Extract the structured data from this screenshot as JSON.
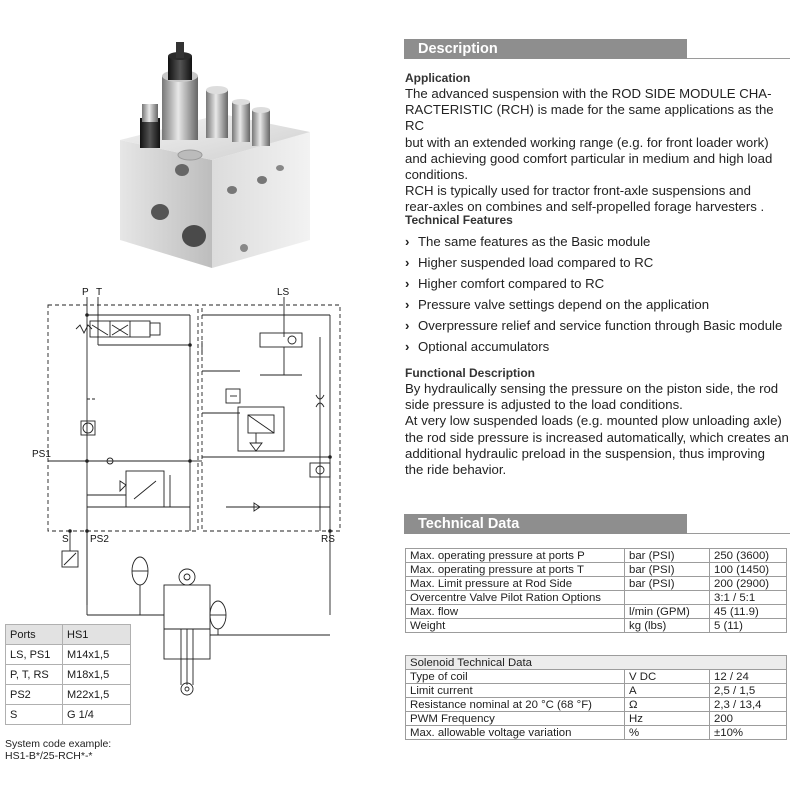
{
  "description": {
    "header": "Description",
    "application_title": "Application",
    "application_lines": [
      "The advanced suspension with the ROD SIDE MODULE CHA-",
      "RACTERISTIC (RCH) is made for the same applications as the RC",
      "but with an extended working range (e.g. for front loader work)",
      "and achieving good comfort particular in medium and high load",
      "conditions.",
      "RCH is typically used for tractor front-axle suspensions and",
      "rear-axles on combines and self-propelled forage harvesters ."
    ],
    "technical_features_title": "Technical Features",
    "features": [
      "The same features as the Basic module",
      "Higher suspended load compared to RC",
      "Higher comfort compared to RC",
      "Pressure valve settings depend on the application",
      "Overpressure relief and service function through Basic module",
      "Optional accumulators"
    ],
    "functional_title": "Functional Description",
    "functional_lines": [
      "By hydraulically sensing the pressure on the piston side,  the rod",
      "side pressure is adjusted to the load conditions.",
      "At very low suspended loads (e.g. mounted plow unloading axle)",
      "the rod side pressure is increased automatically, which creates an",
      "additional hydraulic preload in the suspension, thus improving",
      "the ride behavior."
    ]
  },
  "technical_data": {
    "header": "Technical Data",
    "rows": [
      [
        "Max. operating pressure at ports P",
        "bar (PSI)",
        "250 (3600)"
      ],
      [
        "Max. operating pressure at ports T",
        "bar (PSI)",
        "100 (1450)"
      ],
      [
        "Max. Limit pressure at Rod Side",
        "bar (PSI)",
        "200 (2900)"
      ],
      [
        "Overcentre Valve Pilot Ration Options",
        "",
        "3:1 / 5:1"
      ],
      [
        "Max. flow",
        "l/min (GPM)",
        "45 (11.9)"
      ],
      [
        "Weight",
        "kg (lbs)",
        "5 (11)"
      ]
    ],
    "solenoid_title": "Solenoid Technical Data",
    "solenoid_rows": [
      [
        "Type of coil",
        "V DC",
        "12 / 24"
      ],
      [
        "Limit current",
        "A",
        "2,5 / 1,5"
      ],
      [
        "Resistance nominal at 20 °C (68 °F)",
        "Ω",
        "2,3 / 13,4"
      ],
      [
        "PWM Frequency",
        "Hz",
        "200"
      ],
      [
        "Max. allowable voltage variation",
        "%",
        "±10%"
      ]
    ]
  },
  "ports_table": {
    "header": [
      "Ports",
      "HS1"
    ],
    "rows": [
      [
        "LS, PS1",
        "M14x1,5"
      ],
      [
        "P, T, RS",
        "M18x1,5"
      ],
      [
        "PS2",
        "M22x1,5"
      ],
      [
        "S",
        "G 1/4"
      ]
    ]
  },
  "system_code": {
    "label": "System code example:",
    "value": "HS1-B*/25-RCH*-*"
  },
  "schematic_labels": {
    "p": "P",
    "t": "T",
    "ls": "LS",
    "ps1": "PS1",
    "s": "S",
    "ps2": "PS2",
    "rs": "RS"
  },
  "colors": {
    "section_header_bg": "#8e8e8e",
    "table_header_bg": "#e2e2e2",
    "text": "#222222"
  }
}
